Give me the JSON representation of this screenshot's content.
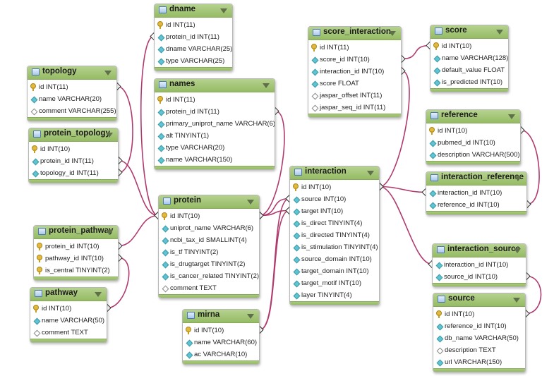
{
  "diagram_type": "entity-relationship",
  "colors": {
    "header": "#95bb64",
    "line": "#b03a6e",
    "key": "#e2b93b",
    "field": "#5fc4d2"
  },
  "tables": [
    {
      "id": "dname",
      "name": "dname",
      "cols": [
        {
          "t": "id INT(11)",
          "k": "pk"
        },
        {
          "t": "protein_id INT(11)",
          "k": "fk"
        },
        {
          "t": "dname VARCHAR(25)",
          "k": "fk"
        },
        {
          "t": "type VARCHAR(25)",
          "k": "fk"
        }
      ]
    },
    {
      "id": "names",
      "name": "names",
      "cols": [
        {
          "t": "id INT(11)",
          "k": "pk"
        },
        {
          "t": "protein_id INT(11)",
          "k": "fk"
        },
        {
          "t": "primary_uniprot_name VARCHAR(6)",
          "k": "fk"
        },
        {
          "t": "alt TINYINT(1)",
          "k": "fk"
        },
        {
          "t": "type VARCHAR(20)",
          "k": "fk"
        },
        {
          "t": "name VARCHAR(150)",
          "k": "fk"
        }
      ]
    },
    {
      "id": "topology",
      "name": "topology",
      "cols": [
        {
          "t": "id INT(11)",
          "k": "pk"
        },
        {
          "t": "name VARCHAR(20)",
          "k": "fk"
        },
        {
          "t": "comment VARCHAR(255)",
          "k": "null"
        }
      ]
    },
    {
      "id": "protein_topology",
      "name": "protein_topology",
      "cols": [
        {
          "t": "id INT(10)",
          "k": "pk"
        },
        {
          "t": "protein_id INT(11)",
          "k": "fk"
        },
        {
          "t": "topology_id INT(11)",
          "k": "fk"
        }
      ]
    },
    {
      "id": "protein",
      "name": "protein",
      "cols": [
        {
          "t": "id INT(10)",
          "k": "pk"
        },
        {
          "t": "uniprot_name VARCHAR(6)",
          "k": "fk"
        },
        {
          "t": "ncbi_tax_id SMALLINT(4)",
          "k": "fk"
        },
        {
          "t": "is_tf TINYINT(2)",
          "k": "fk"
        },
        {
          "t": "is_drugtarget TINYINT(2)",
          "k": "fk"
        },
        {
          "t": "is_cancer_related TINYINT(2)",
          "k": "fk"
        },
        {
          "t": "comment TEXT",
          "k": "null"
        }
      ]
    },
    {
      "id": "protein_pathway",
      "name": "protein_pathway",
      "cols": [
        {
          "t": "protein_id INT(10)",
          "k": "pk"
        },
        {
          "t": "pathway_id INT(10)",
          "k": "pk"
        },
        {
          "t": "is_central TINYINT(2)",
          "k": "pk"
        }
      ]
    },
    {
      "id": "pathway",
      "name": "pathway",
      "cols": [
        {
          "t": "id INT(10)",
          "k": "pk"
        },
        {
          "t": "name VARCHAR(50)",
          "k": "fk"
        },
        {
          "t": "comment TEXT",
          "k": "null"
        }
      ]
    },
    {
      "id": "mirna",
      "name": "mirna",
      "cols": [
        {
          "t": "id INT(10)",
          "k": "pk"
        },
        {
          "t": "name VARCHAR(60)",
          "k": "fk"
        },
        {
          "t": "ac VARCHAR(10)",
          "k": "fk"
        }
      ]
    },
    {
      "id": "score_interaction",
      "name": "score_interaction",
      "cols": [
        {
          "t": "id INT(11)",
          "k": "pk"
        },
        {
          "t": "score_id INT(10)",
          "k": "fk"
        },
        {
          "t": "interaction_id INT(10)",
          "k": "fk"
        },
        {
          "t": "score FLOAT",
          "k": "fk"
        },
        {
          "t": "jaspar_offset INT(11)",
          "k": "null"
        },
        {
          "t": "jaspar_seq_id INT(11)",
          "k": "null"
        }
      ]
    },
    {
      "id": "score",
      "name": "score",
      "cols": [
        {
          "t": "id INT(10)",
          "k": "pk"
        },
        {
          "t": "name VARCHAR(128)",
          "k": "fk"
        },
        {
          "t": "default_value FLOAT",
          "k": "fk"
        },
        {
          "t": "is_predicted INT(10)",
          "k": "fk"
        }
      ]
    },
    {
      "id": "reference",
      "name": "reference",
      "cols": [
        {
          "t": "id INT(10)",
          "k": "pk"
        },
        {
          "t": "pubmed_id INT(10)",
          "k": "fk"
        },
        {
          "t": "description VARCHAR(500)",
          "k": "fk"
        }
      ]
    },
    {
      "id": "interaction",
      "name": "interaction",
      "cols": [
        {
          "t": "id INT(10)",
          "k": "pk"
        },
        {
          "t": "source INT(10)",
          "k": "fk"
        },
        {
          "t": "target INT(10)",
          "k": "fk"
        },
        {
          "t": "is_direct TINYINT(4)",
          "k": "fk"
        },
        {
          "t": "is_directed TINYINT(4)",
          "k": "fk"
        },
        {
          "t": "is_stimulation TINYINT(4)",
          "k": "fk"
        },
        {
          "t": "source_domain INT(10)",
          "k": "fk"
        },
        {
          "t": "target_domain INT(10)",
          "k": "fk"
        },
        {
          "t": "target_motif INT(10)",
          "k": "fk"
        },
        {
          "t": "layer TINYINT(4)",
          "k": "fk"
        }
      ]
    },
    {
      "id": "interaction_reference",
      "name": "interaction_reference",
      "cols": [
        {
          "t": "interaction_id INT(10)",
          "k": "fk"
        },
        {
          "t": "reference_id INT(10)",
          "k": "fk"
        }
      ]
    },
    {
      "id": "interaction_source",
      "name": "interaction_source",
      "cols": [
        {
          "t": "interaction_id INT(10)",
          "k": "fk"
        },
        {
          "t": "source_id INT(10)",
          "k": "fk"
        }
      ]
    },
    {
      "id": "source",
      "name": "source",
      "cols": [
        {
          "t": "id INT(10)",
          "k": "pk"
        },
        {
          "t": "reference_id INT(10)",
          "k": "fk"
        },
        {
          "t": "db_name VARCHAR(50)",
          "k": "fk"
        },
        {
          "t": "description TEXT",
          "k": "null"
        },
        {
          "t": "url VARCHAR(150)",
          "k": "fk"
        }
      ]
    }
  ],
  "relations": [
    {
      "from": "dname",
      "from_col": "protein_id INT(11)",
      "to": "protein",
      "to_col": "id INT(10)"
    },
    {
      "from": "names",
      "from_col": "protein_id INT(11)",
      "to": "protein",
      "to_col": "id INT(10)"
    },
    {
      "from": "protein_topology",
      "from_col": "protein_id INT(11)",
      "to": "protein",
      "to_col": "id INT(10)"
    },
    {
      "from": "protein_topology",
      "from_col": "topology_id INT(11)",
      "to": "topology",
      "to_col": "id INT(11)"
    },
    {
      "from": "protein_pathway",
      "from_col": "protein_id INT(10)",
      "to": "protein",
      "to_col": "id INT(10)"
    },
    {
      "from": "protein_pathway",
      "from_col": "pathway_id INT(10)",
      "to": "pathway",
      "to_col": "id INT(10)"
    },
    {
      "from": "interaction",
      "from_col": "source INT(10)",
      "to": "protein",
      "to_col": "id INT(10)"
    },
    {
      "from": "interaction",
      "from_col": "target INT(10)",
      "to": "protein",
      "to_col": "id INT(10)"
    },
    {
      "from": "interaction",
      "from_col": "source INT(10)",
      "to": "mirna",
      "to_col": "id INT(10)"
    },
    {
      "from": "interaction",
      "from_col": "target INT(10)",
      "to": "mirna",
      "to_col": "id INT(10)"
    },
    {
      "from": "score_interaction",
      "from_col": "score_id INT(10)",
      "to": "score",
      "to_col": "id INT(10)"
    },
    {
      "from": "score_interaction",
      "from_col": "interaction_id INT(10)",
      "to": "interaction",
      "to_col": "id INT(10)"
    },
    {
      "from": "interaction_reference",
      "from_col": "interaction_id INT(10)",
      "to": "interaction",
      "to_col": "id INT(10)"
    },
    {
      "from": "interaction_reference",
      "from_col": "reference_id INT(10)",
      "to": "reference",
      "to_col": "id INT(10)"
    },
    {
      "from": "interaction_source",
      "from_col": "interaction_id INT(10)",
      "to": "interaction",
      "to_col": "id INT(10)"
    },
    {
      "from": "interaction_source",
      "from_col": "source_id INT(10)",
      "to": "source",
      "to_col": "id INT(10)"
    }
  ]
}
